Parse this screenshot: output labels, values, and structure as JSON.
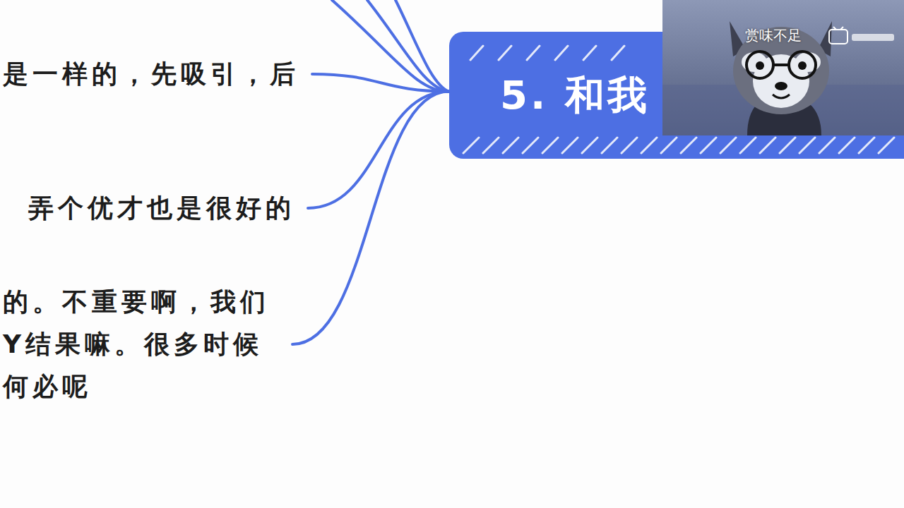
{
  "diagram": {
    "nodes": [
      {
        "text": [
          "5. 和我"
        ]
      },
      {
        "text": [
          "是一样的，先吸引，后"
        ]
      },
      {
        "text": [
          "弄个优才也是很好的"
        ]
      },
      {
        "text": [
          "的。不重要啊，我们 Y结果嘛。很多时候 何必呢"
        ]
      }
    ],
    "edges": [
      {
        "from": 0,
        "to": 1,
        "arrow": "none"
      },
      {
        "from": 0,
        "to": 2,
        "arrow": "none"
      },
      {
        "from": 0,
        "to": 3,
        "arrow": "none"
      }
    ],
    "labels": [
      "赏味不足"
    ]
  }
}
